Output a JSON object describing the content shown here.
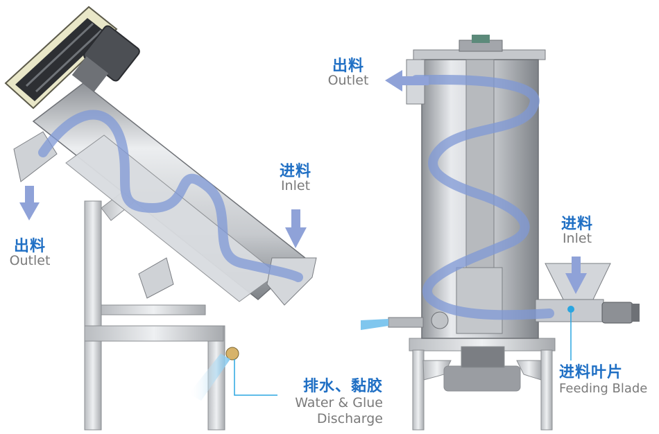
{
  "colors": {
    "accent_cn": "#1f6fc4",
    "flow_arrow": "#8fa2d8",
    "metal": "#c9ccd1",
    "motor": "#5e6166"
  },
  "left_machine": {
    "outlet": {
      "cn": "出料",
      "en": "Outlet"
    },
    "inlet": {
      "cn": "进料",
      "en": "Inlet"
    },
    "discharge": {
      "cn": "排水、黏胶",
      "en_line1": "Water & Glue",
      "en_line2": "Discharge"
    }
  },
  "right_machine": {
    "outlet": {
      "cn": "出料",
      "en": "Outlet"
    },
    "inlet": {
      "cn": "进料",
      "en": "Inlet"
    },
    "feeding_blade": {
      "cn": "进料叶片",
      "en": "Feeding Blade"
    }
  }
}
